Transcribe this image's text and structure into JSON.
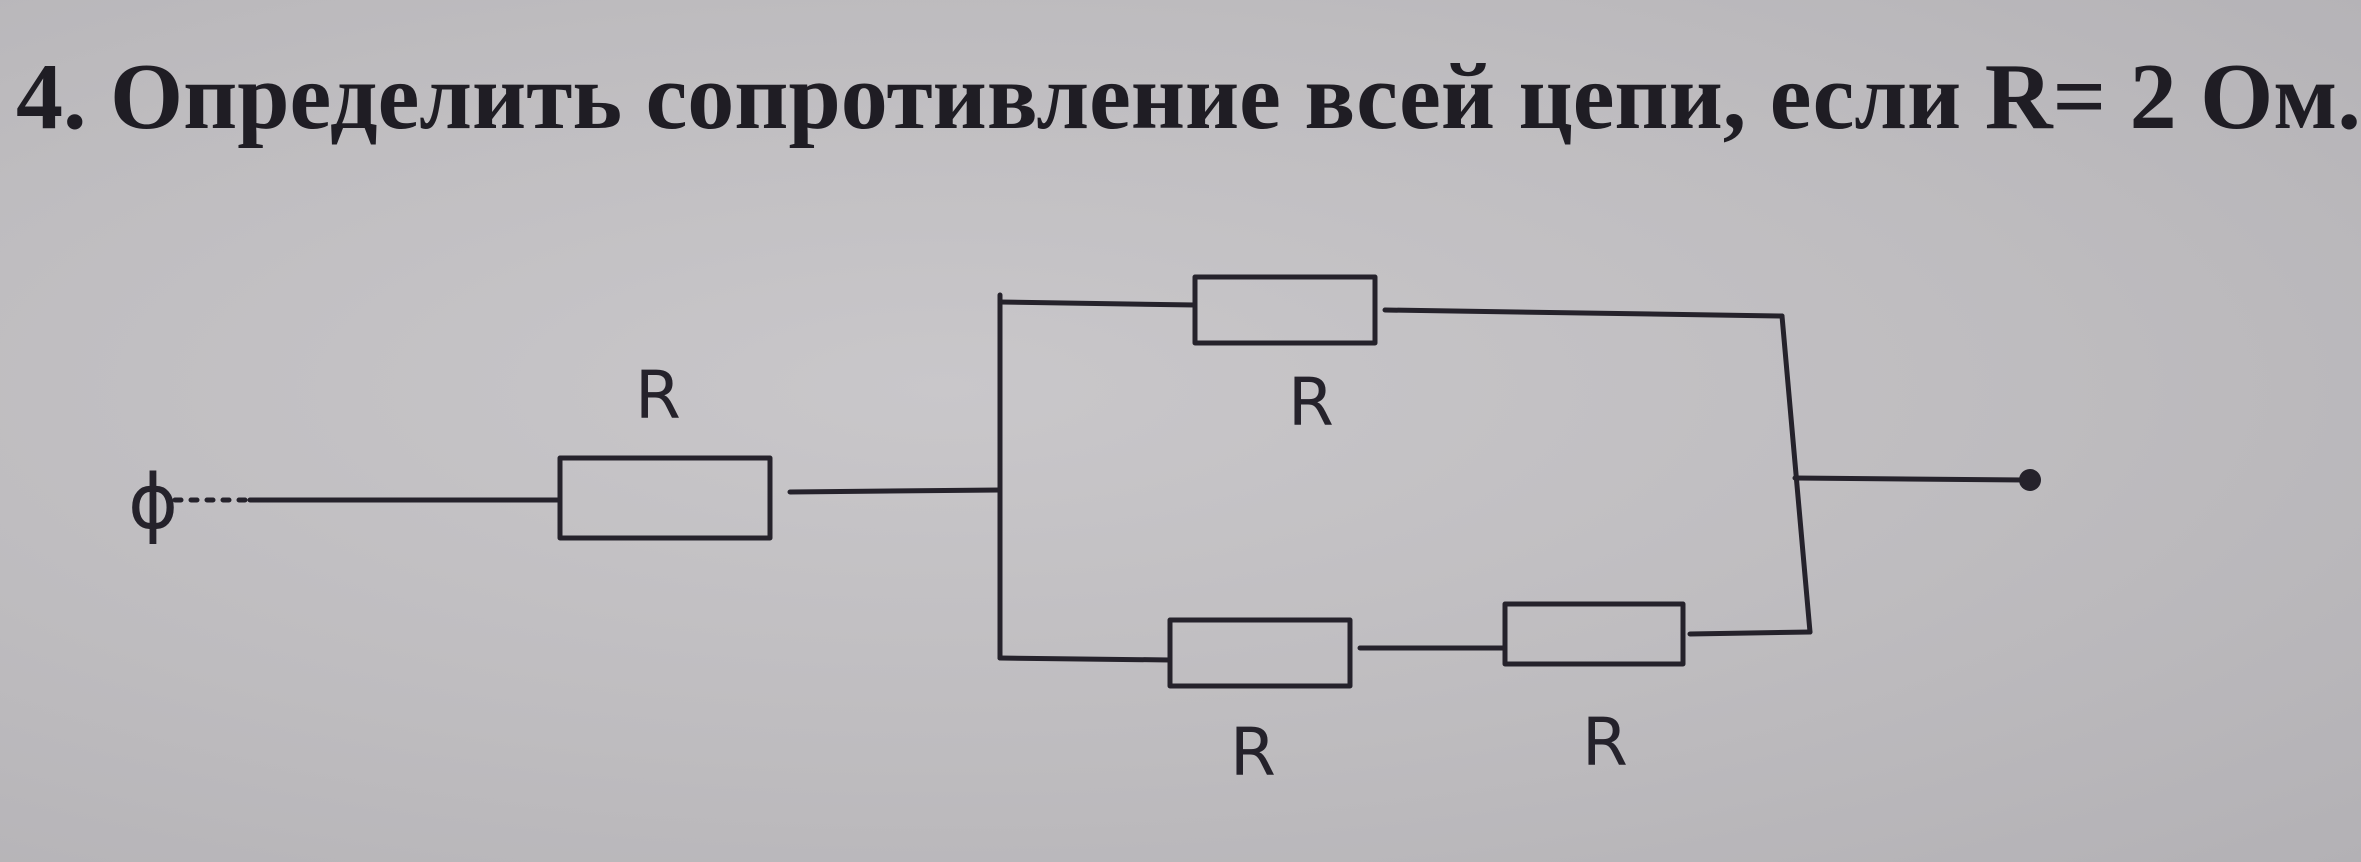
{
  "problem": {
    "text": "4. Определить сопротивление всей цепи, если R= 2 Ом."
  },
  "circuit": {
    "input_terminal_label": "ϕ",
    "resistors": [
      {
        "id": "r-series",
        "label": "R"
      },
      {
        "id": "r-top",
        "label": "R"
      },
      {
        "id": "r-bottom-left",
        "label": "R"
      },
      {
        "id": "r-bottom-right",
        "label": "R"
      }
    ]
  }
}
